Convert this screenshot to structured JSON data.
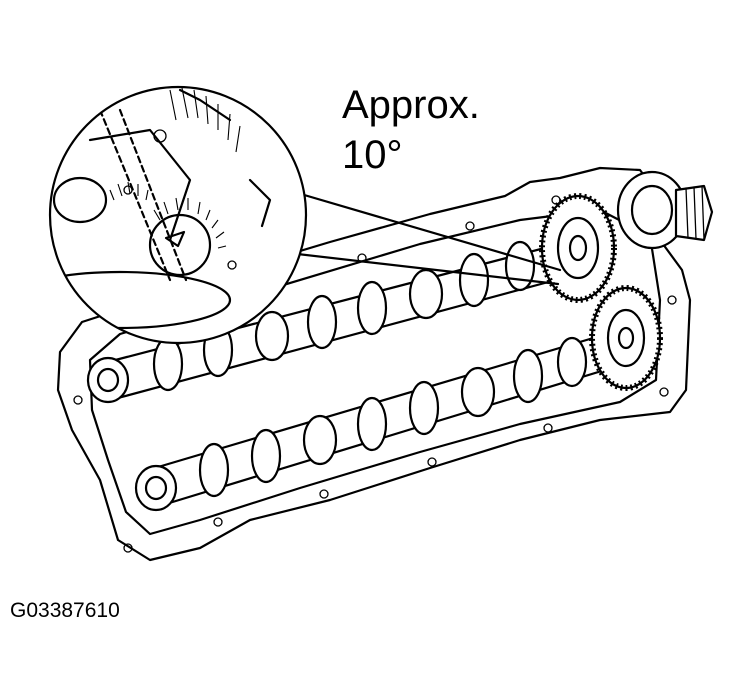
{
  "figure": {
    "callout": {
      "line1": "Approx.",
      "line2": "10°"
    },
    "figure_code": "G03387610"
  }
}
